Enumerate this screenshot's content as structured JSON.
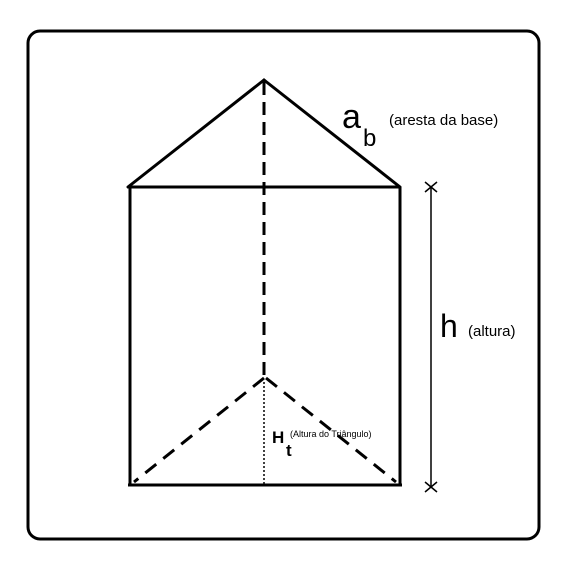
{
  "labels": {
    "edge_symbol": "a",
    "edge_subscript": "b",
    "edge_desc": "(aresta da base)",
    "height_symbol": "h",
    "height_desc": "(altura)",
    "tri_height_symbol": "H",
    "tri_height_subscript": "t",
    "tri_height_desc": "(Altura do Triângulo)"
  },
  "colors": {
    "stroke": "#000000",
    "background": "#ffffff"
  }
}
